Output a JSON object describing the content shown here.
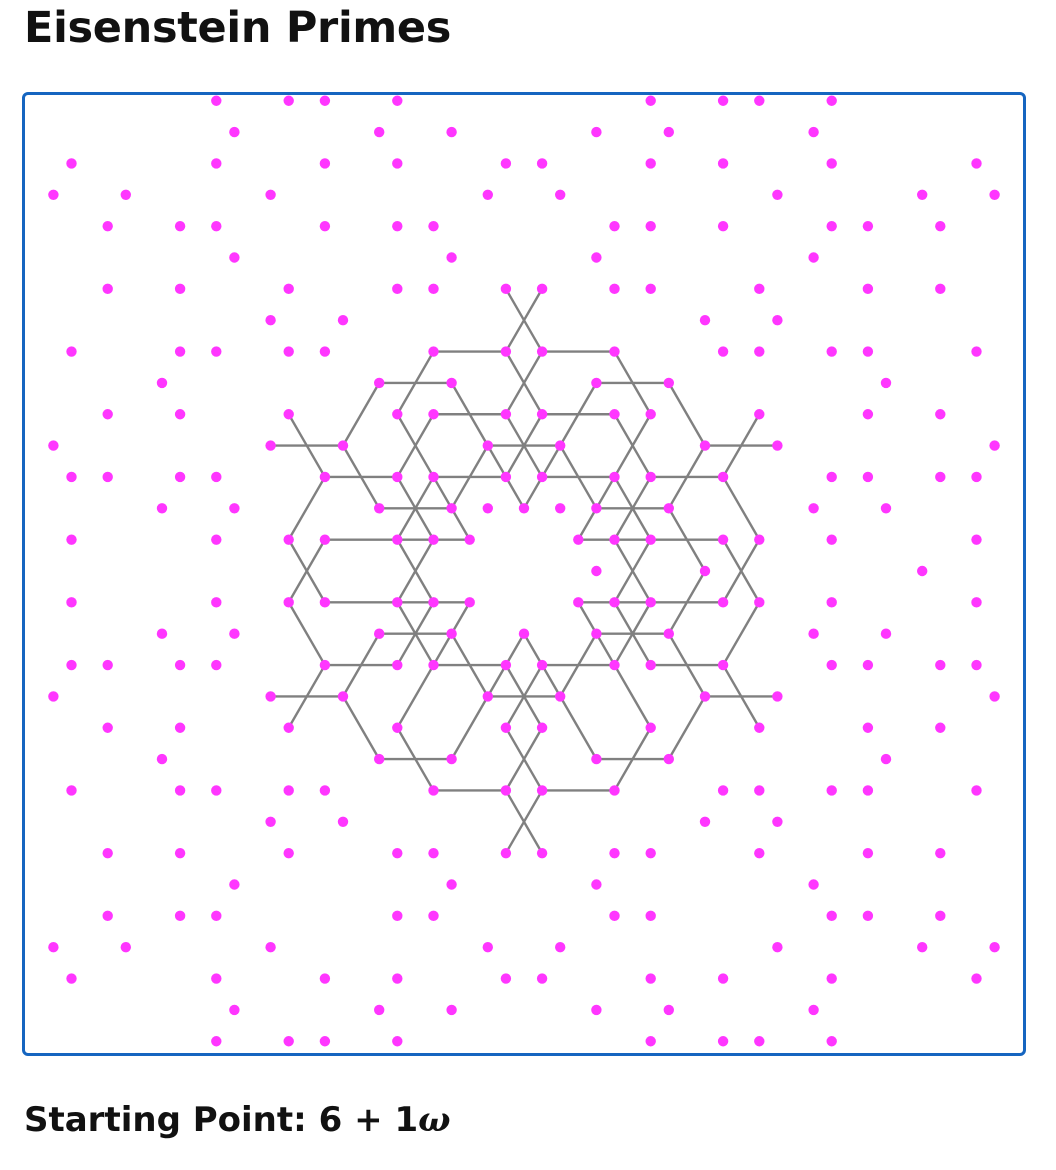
{
  "title": "Eisenstein Primes",
  "start_label": "Starting Point:",
  "start_point": {
    "a": 6,
    "plus": "+",
    "b": 1,
    "omega_symbol": "ω"
  },
  "colors": {
    "prime_point": "#ff36ff",
    "walk_line": "#808080",
    "frame_border": "#1565c0",
    "background": "#ffffff"
  },
  "lattice": {
    "type": "Eisenstein integers a + bω",
    "prime_marker": "magenta dot",
    "walk_marker": "gray polyline"
  }
}
